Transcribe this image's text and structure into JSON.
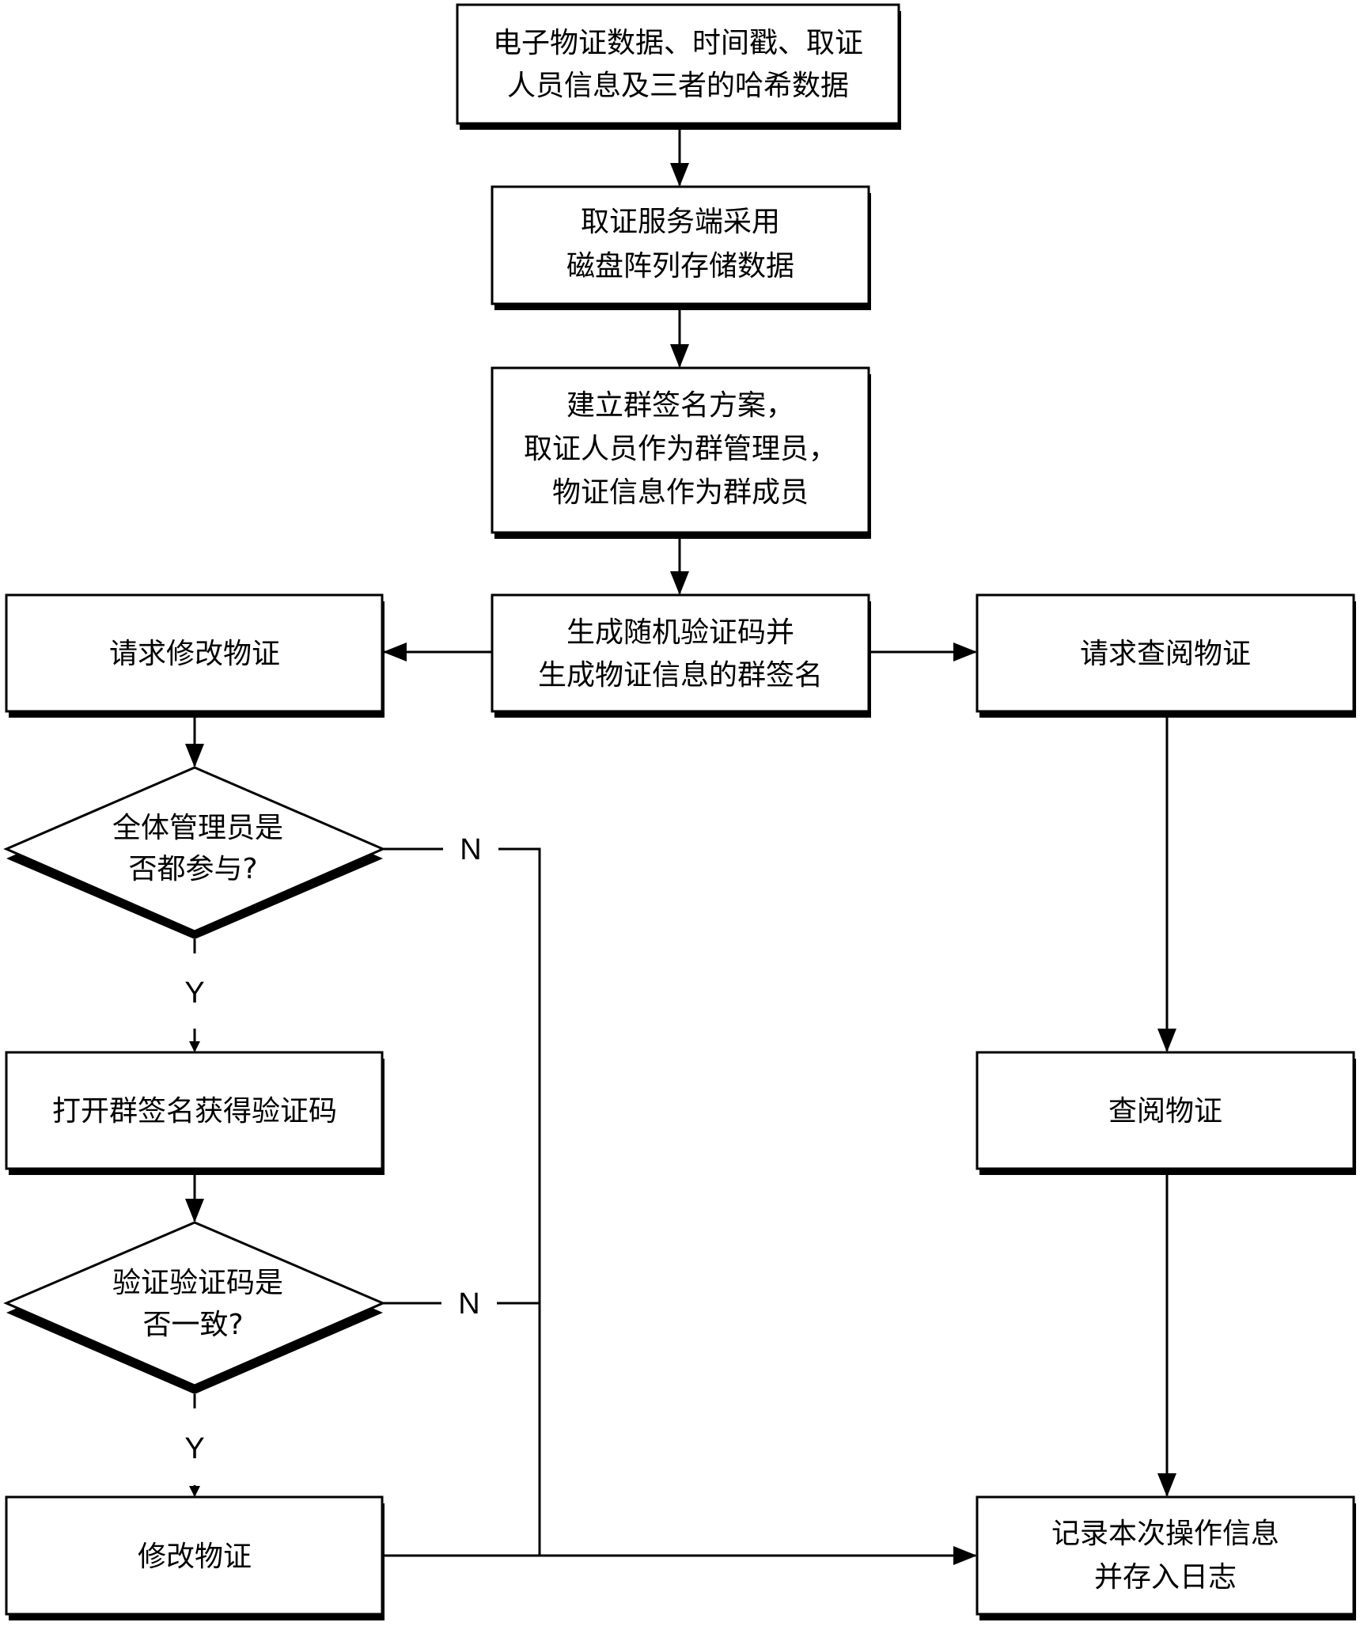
{
  "nodes": {
    "n1": {
      "lines": [
        "电子物证数据、时间戳、取证",
        "人员信息及三者的哈希数据"
      ]
    },
    "n2": {
      "lines": [
        "取证服务端采用",
        "磁盘阵列存储数据"
      ]
    },
    "n3": {
      "lines": [
        "建立群签名方案，",
        "取证人员作为群管理员，",
        "物证信息作为群成员"
      ]
    },
    "n4": {
      "lines": [
        "生成随机验证码并",
        "生成物证信息的群签名"
      ]
    },
    "n5": {
      "lines": [
        "请求修改物证"
      ]
    },
    "n6": {
      "lines": [
        "请求查阅物证"
      ]
    },
    "d1": {
      "lines": [
        "全体管理员是",
        "否都参与?"
      ]
    },
    "n7": {
      "lines": [
        "打开群签名获得验证码"
      ]
    },
    "d2": {
      "lines": [
        "验证验证码是",
        "否一致?"
      ]
    },
    "n8": {
      "lines": [
        "修改物证"
      ]
    },
    "n9": {
      "lines": [
        "查阅物证"
      ]
    },
    "n10": {
      "lines": [
        "记录本次操作信息",
        "并存入日志"
      ]
    }
  },
  "labels": {
    "d1_no": "N",
    "d1_yes": "Y",
    "d2_no": "N",
    "d2_yes": "Y"
  }
}
